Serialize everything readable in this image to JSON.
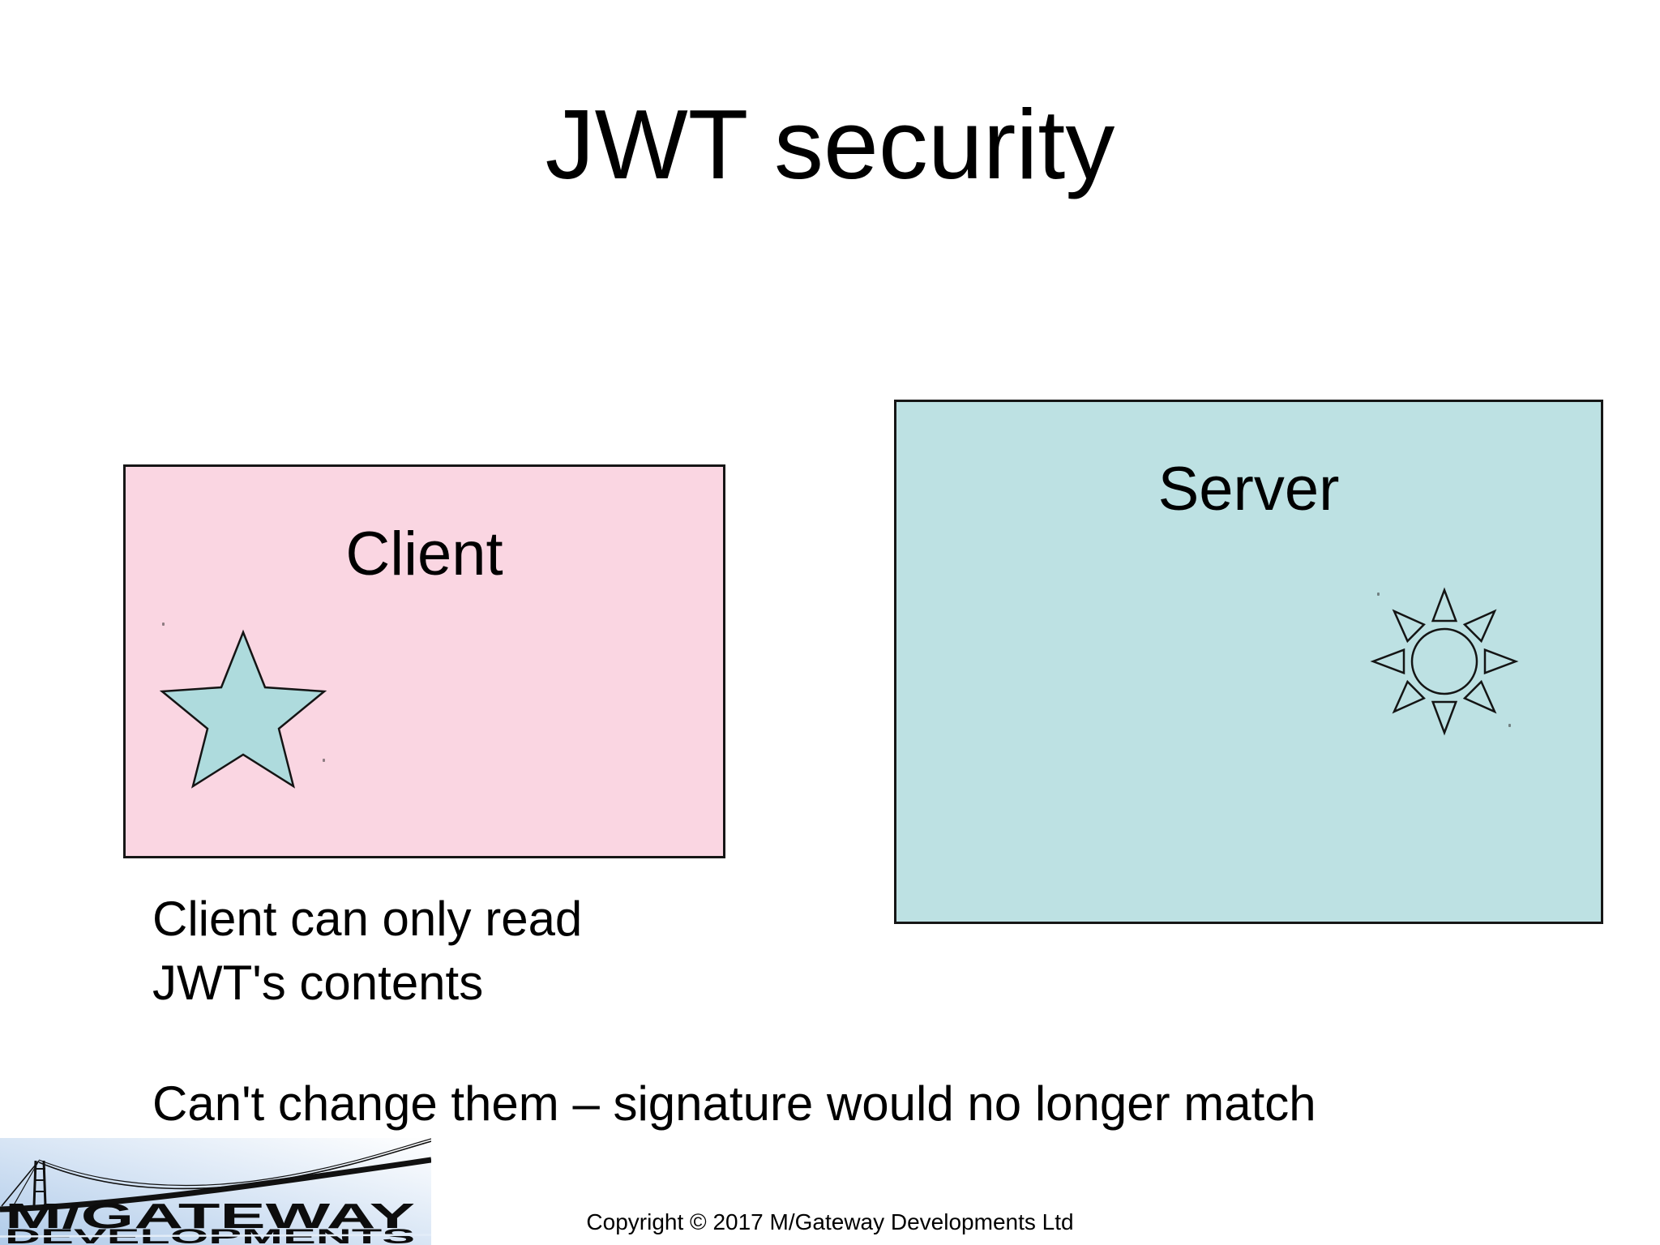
{
  "slide": {
    "title": "JWT security",
    "boxes": {
      "client": {
        "label": "Client",
        "icon": "star-icon",
        "fill": "#fad6e2"
      },
      "server": {
        "label": "Server",
        "icon": "sun-icon",
        "fill": "#bde1e3"
      }
    },
    "captions": {
      "client_note": "Client can only read\nJWT's contents",
      "integrity_note": "Can't change them – signature would no longer match"
    },
    "logo": {
      "name_top": "M/GATEWAY",
      "name_bottom": "DEVELOPMENTS",
      "emblem": "suspension-bridge-icon"
    },
    "footer": {
      "copyright": "Copyright © 2017 M/Gateway Developments Ltd"
    },
    "theme": {
      "background": "#ffffff",
      "outline": "#161616",
      "client_pink": "#fad6e2",
      "server_teal": "#bde1e3",
      "star_teal": "#aedbdd",
      "logo_blue": "#b0cbe9",
      "text": "#000000"
    }
  }
}
